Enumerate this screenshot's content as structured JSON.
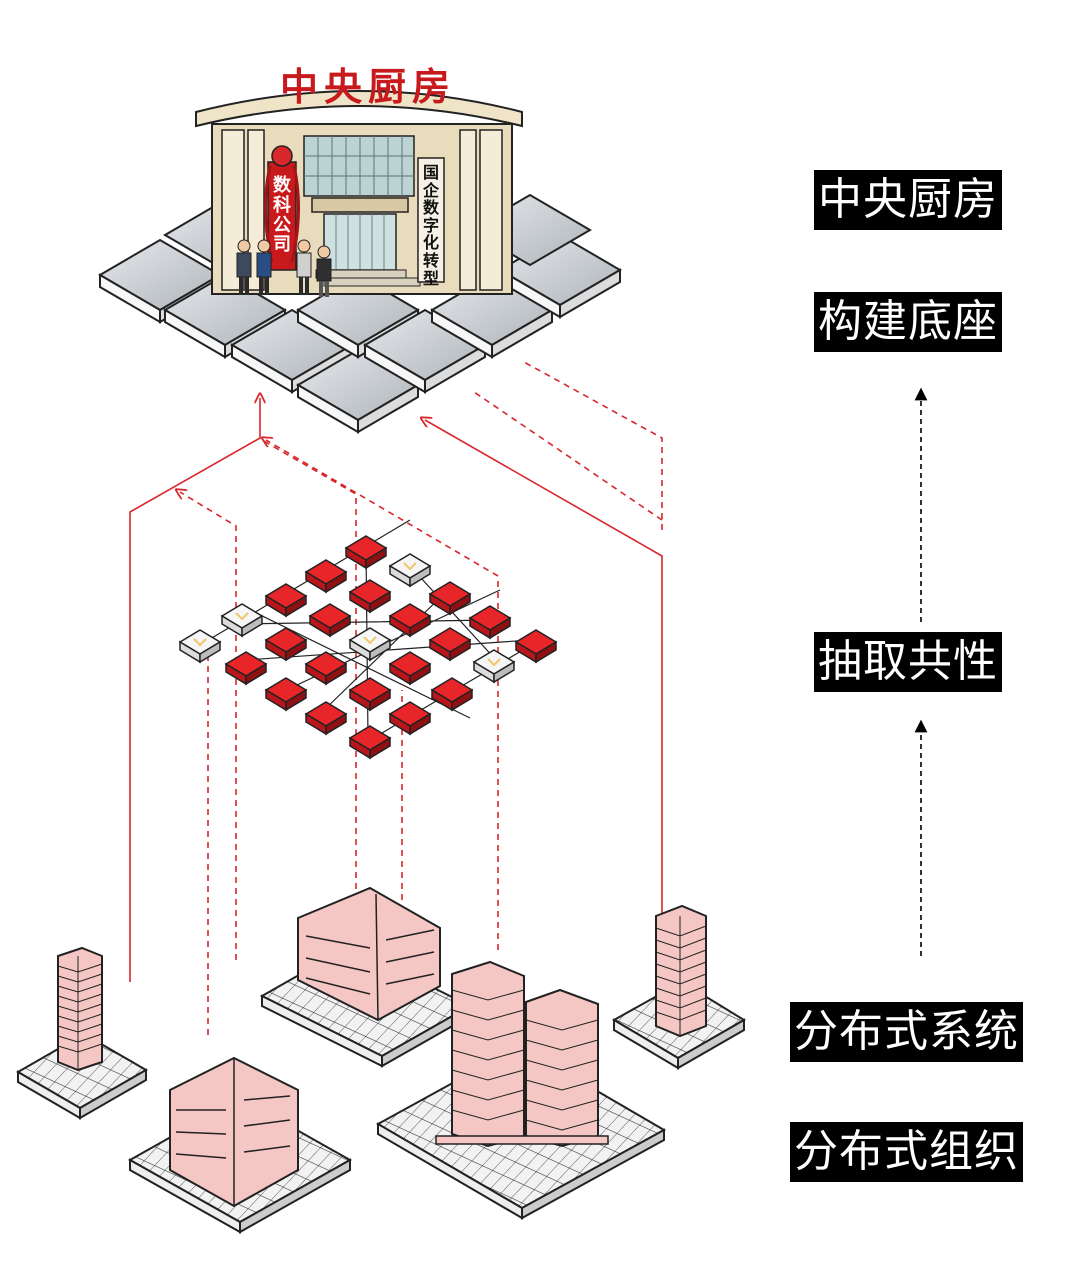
{
  "building": {
    "sign": "中央厨房",
    "left_banner": "数科公司",
    "right_plaque": "国企数字化转型"
  },
  "labels": {
    "top_line1": "中央厨房",
    "top_line2": "构建底座",
    "middle": "抽取共性",
    "bottom_line1": "分布式系统",
    "bottom_line2": "分布式组织"
  },
  "colors": {
    "accent_red": "#e8262a",
    "line_red": "#d9262b",
    "label_bg": "#000000",
    "label_text": "#ffffff",
    "tile_gray": "#c9cdd2",
    "building_pink": "#f4c6c4"
  }
}
